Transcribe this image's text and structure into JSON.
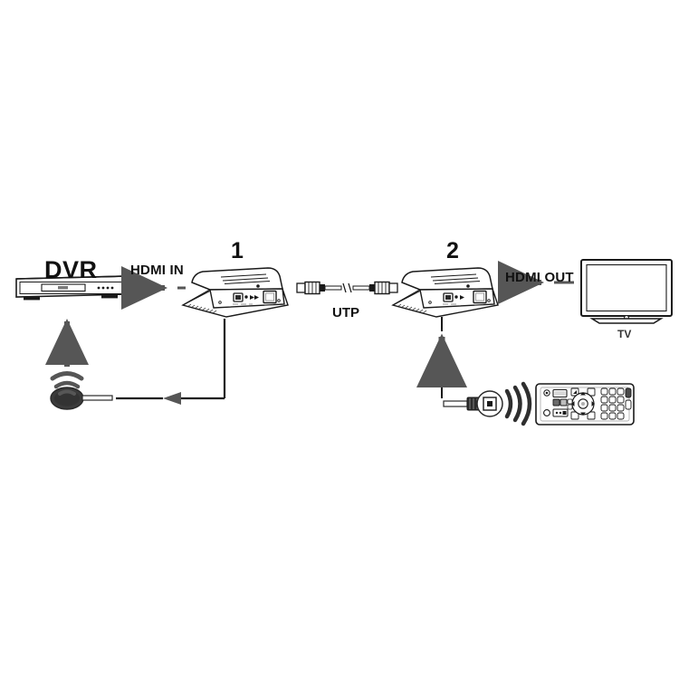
{
  "diagram": {
    "title": "HDMI Extender over UTP connection diagram",
    "background_color": "#ffffff",
    "line_color": "#1a1a1a",
    "arrow_color": "#565656",
    "emitter_color": "#3b3b3b"
  },
  "labels": {
    "dvr": "DVR",
    "hdmi_in": "HDMI IN",
    "unit_one": "1",
    "unit_two": "2",
    "utp": "UTP",
    "hdmi_out": "HDMI OUT",
    "tv": "TV"
  },
  "nodes": [
    {
      "id": "dvr",
      "name": "DVR player",
      "label": "DVR"
    },
    {
      "id": "extender-tx",
      "name": "HDMI extender transmitter",
      "label": "1"
    },
    {
      "id": "extender-rx",
      "name": "HDMI extender receiver",
      "label": "2"
    },
    {
      "id": "tv",
      "name": "Television",
      "label": "TV"
    },
    {
      "id": "ir-emitter",
      "name": "IR emitter",
      "label": ""
    },
    {
      "id": "ir-receiver",
      "name": "IR receiver",
      "label": ""
    },
    {
      "id": "remote",
      "name": "Remote control",
      "label": ""
    }
  ],
  "connections": [
    {
      "id": "dvr-to-tx",
      "from": "dvr",
      "to": "extender-tx",
      "label": "HDMI IN",
      "style": "dashed-arrow"
    },
    {
      "id": "tx-to-rx",
      "from": "extender-tx",
      "to": "extender-rx",
      "label": "UTP",
      "style": "cable"
    },
    {
      "id": "rx-to-tv",
      "from": "extender-rx",
      "to": "tv",
      "label": "HDMI OUT",
      "style": "dashed-arrow"
    },
    {
      "id": "tx-to-emitter",
      "from": "extender-tx",
      "to": "ir-emitter",
      "label": "",
      "style": "solid-arrow"
    },
    {
      "id": "emitter-to-dvr",
      "from": "ir-emitter",
      "to": "dvr",
      "label": "",
      "style": "ir-signal"
    },
    {
      "id": "receiver-to-rx",
      "from": "ir-receiver",
      "to": "extender-rx",
      "label": "",
      "style": "dashed-arrow"
    },
    {
      "id": "remote-to-receiver",
      "from": "remote",
      "to": "ir-receiver",
      "label": "",
      "style": "ir-signal"
    }
  ],
  "icons": {
    "dvr": "dvr-icon",
    "extender": "extender-box-icon",
    "tv": "tv-icon",
    "ir_emitter": "ir-emitter-icon",
    "ir_receiver": "ir-receiver-icon",
    "remote": "remote-control-icon",
    "rj45": "rj45-connector-icon",
    "ir_waves": "ir-wave-icon"
  }
}
